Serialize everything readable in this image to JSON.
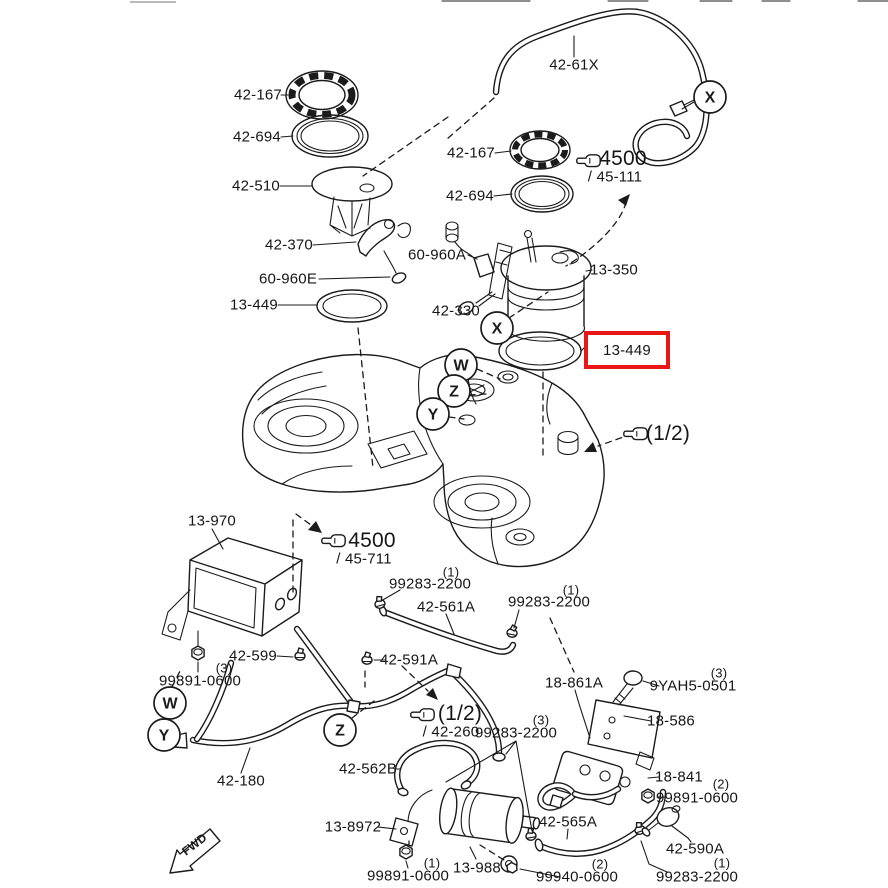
{
  "diagram": {
    "type": "exploded parts diagram - fuel tank assembly",
    "background": "#ffffff",
    "line_color": "#1b1b1b",
    "highlight_color": "#e81616",
    "highlighted_part": "13-449",
    "fwd_marker": "FWD",
    "callouts": {
      "w": "W",
      "x": "X",
      "y": "Y",
      "z": "Z"
    },
    "labels": {
      "42-167": "42-167",
      "42-694": "42-694",
      "42-510": "42-510",
      "42-370": "42-370",
      "60-960E": "60-960E",
      "13-449": "13-449",
      "42-61X": "42-61X",
      "60-960A": "60-960A",
      "13-350": "13-350",
      "42-330": "42-330",
      "13-970": "13-970",
      "42-561A": "42-561A",
      "42-599": "42-599",
      "42-591A": "42-591A",
      "18-861A": "18-861A",
      "9YAH5-0501": "9YAH5-0501",
      "18-586": "18-586",
      "42-562B": "42-562B",
      "18-841": "18-841",
      "42-180": "42-180",
      "13-8972": "13-8972",
      "42-565A": "42-565A",
      "42-590A": "42-590A",
      "13-988": "13-988",
      "99891-0600": "99891-0600",
      "99940-0600": "99940-0600",
      "99283-2200": "99283-2200"
    },
    "refs": {
      "r4500": "4500",
      "r45111": "/ 45-111",
      "r45711": "/ 45-711",
      "r42260": "/ 42-260",
      "half": "(1/2)"
    },
    "qty": {
      "q1": "(1)",
      "q2": "(2)",
      "q3": "(3)"
    }
  }
}
